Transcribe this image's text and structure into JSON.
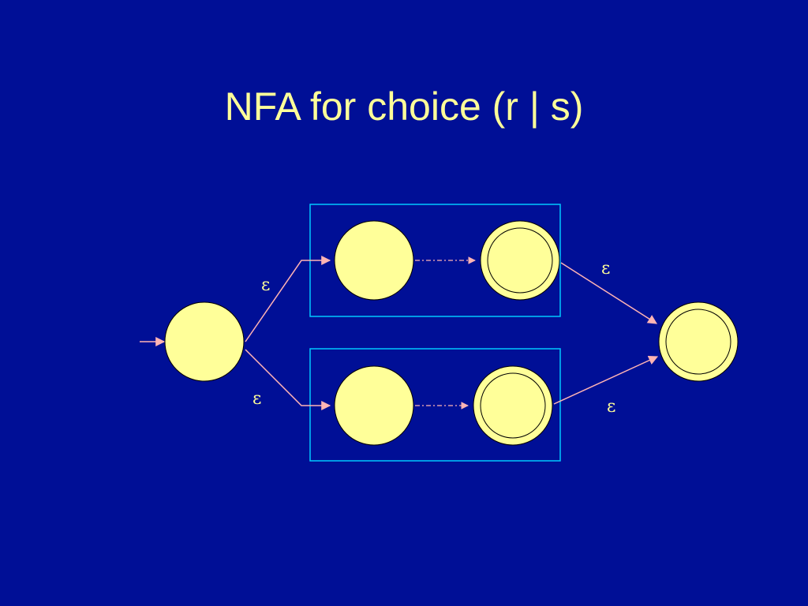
{
  "slide": {
    "title": "NFA for choice (r | s)"
  },
  "diagram": {
    "colors": {
      "background": "#000f96",
      "state_fill": "#ffff99",
      "state_stroke": "#000000",
      "box_stroke": "#00c8ff",
      "edge": "#ffb4b4",
      "text": "#ffff99"
    },
    "edge_labels": {
      "start_to_r": "ε",
      "start_to_s": "ε",
      "r_to_final": "ε",
      "s_to_final": "ε"
    },
    "states": [
      {
        "id": "start",
        "accepting": false
      },
      {
        "id": "r-start",
        "accepting": false
      },
      {
        "id": "r-accept",
        "accepting": true
      },
      {
        "id": "s-start",
        "accepting": false
      },
      {
        "id": "s-accept",
        "accepting": true
      },
      {
        "id": "final",
        "accepting": true
      }
    ]
  }
}
